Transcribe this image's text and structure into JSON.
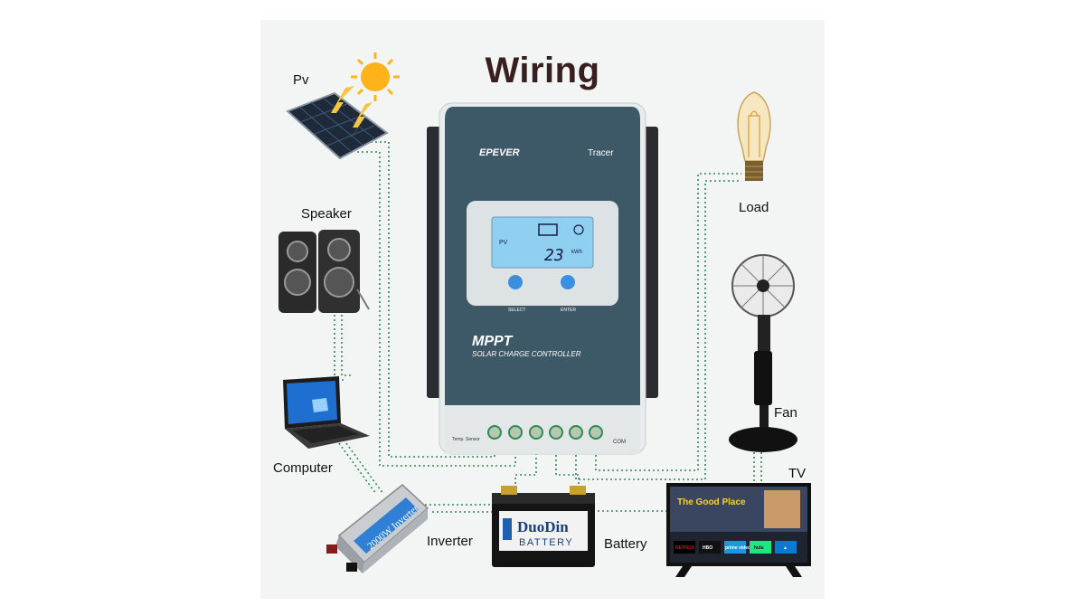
{
  "diagram": {
    "title": "Wiring",
    "labels": {
      "pv": "Pv",
      "speaker": "Speaker",
      "computer": "Computer",
      "inverter": "Inverter",
      "battery": "Battery",
      "tv": "TV",
      "fan": "Fan",
      "load": "Load"
    }
  },
  "controller": {
    "brand": "EPEVER",
    "model": "Tracer",
    "display_value": "23",
    "display_unit": "kWh",
    "display_pv": "PV",
    "select_label": "SELECT",
    "enter_label": "ENTER",
    "product_name": "MPPT",
    "product_subtitle": "SOLAR CHARGE CONTROLLER",
    "temp_sensor_label": "Temp. Sensor",
    "com_label": "COM"
  },
  "inverter": {
    "text": "2000W Inverter"
  },
  "battery_device": {
    "brand": "DuoDin",
    "text": "BATTERY"
  },
  "tv_screen": {
    "show_title": "The Good Place",
    "apps": [
      "NETFLIX",
      "HBO",
      "prime video",
      "hulu",
      "▲"
    ]
  },
  "colors": {
    "wire": "#2e8b57",
    "controller_face": "#3d5867",
    "lcd": "#8fd0f0"
  }
}
